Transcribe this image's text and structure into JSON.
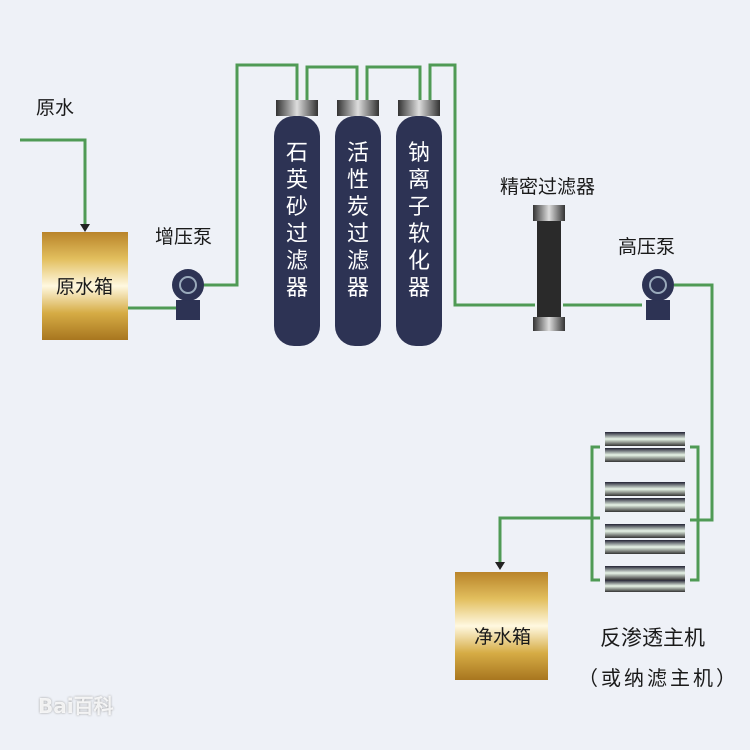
{
  "labels": {
    "raw_water": "原水",
    "raw_tank": "原水箱",
    "booster_pump": "增压泵",
    "quartz_filter": "石英砂过滤器",
    "carbon_filter": "活性炭过滤器",
    "softener": "钠离子软化器",
    "precision_filter": "精密过滤器",
    "high_pressure_pump": "高压泵",
    "pure_tank": "净水箱",
    "ro_unit": "反渗透主机",
    "nf_unit": "（或纳滤主机）"
  },
  "watermark": "Bai百科",
  "colors": {
    "pipe": "#4f9a55",
    "tank": "#c9962c",
    "vessel": "#2d3354"
  }
}
